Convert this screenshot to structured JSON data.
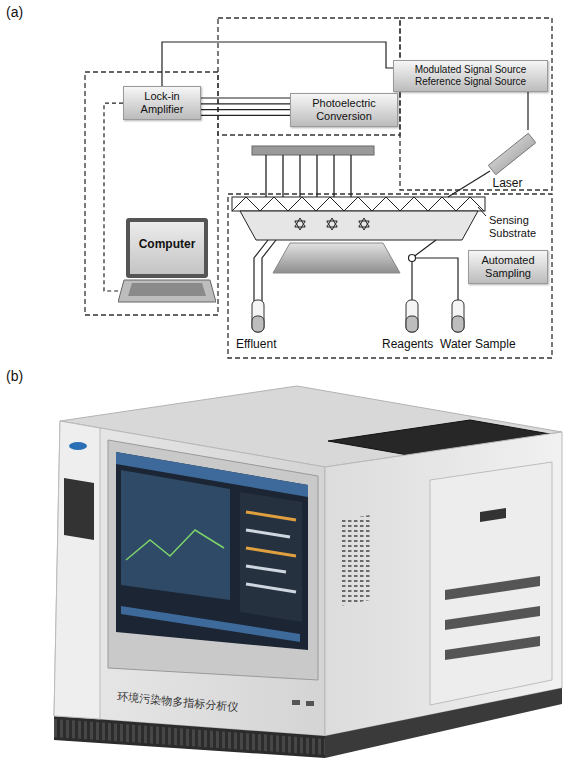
{
  "diagram": {
    "nodes": [
      {
        "text": [
          "Modulated Signal Source",
          "Reference Signal Source"
        ]
      },
      {
        "text": [
          "Lock-in Amplifier"
        ]
      },
      {
        "text": [
          "Photoelectric Conversion"
        ]
      },
      {
        "text": [
          "Laser"
        ]
      },
      {
        "text": [
          "Computer"
        ]
      },
      {
        "text": [
          "Automated Sampling"
        ]
      }
    ],
    "edges": [
      {
        "from": 0,
        "to": 1,
        "arrow": "none"
      },
      {
        "from": 1,
        "to": 2,
        "arrow": "none"
      },
      {
        "from": 1,
        "to": 2,
        "arrow": "none"
      },
      {
        "from": 1,
        "to": 2,
        "arrow": "none"
      },
      {
        "from": 1,
        "to": 2,
        "arrow": "none"
      },
      {
        "from": 0,
        "to": 3,
        "arrow": "none"
      },
      {
        "from": 1,
        "to": 4,
        "arrow": "none"
      }
    ],
    "labels": [
      "(a)",
      "Sensing Substrate",
      "Effluent",
      "Reagents",
      "Water Sample",
      "(b)",
      "环境污染物多指标分析仪"
    ]
  }
}
